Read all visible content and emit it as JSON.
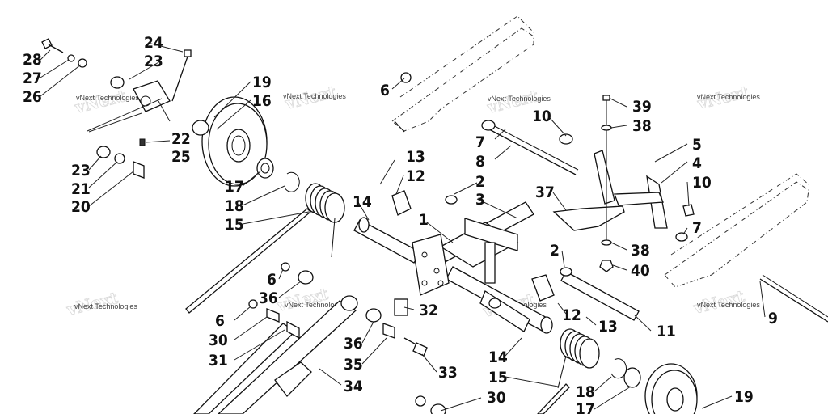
{
  "callouts": {
    "c1": "1",
    "c2a": "2",
    "c2b": "2",
    "c3": "3",
    "c4": "4",
    "c5": "5",
    "c6a": "6",
    "c6b": "6",
    "c6c": "6",
    "c7a": "7",
    "c7b": "7",
    "c8": "8",
    "c9": "9",
    "c10a": "10",
    "c10b": "10",
    "c11": "11",
    "c12a": "12",
    "c12b": "12",
    "c13a": "13",
    "c13b": "13",
    "c14a": "14",
    "c14b": "14",
    "c15a": "15",
    "c15b": "15",
    "c16": "16",
    "c17a": "17",
    "c17b": "17",
    "c18a": "18",
    "c18b": "18",
    "c19a": "19",
    "c19b": "19",
    "c20": "20",
    "c21": "21",
    "c22": "22",
    "c23a": "23",
    "c23b": "23",
    "c24": "24",
    "c25": "25",
    "c26": "26",
    "c27": "27",
    "c28": "28",
    "c30a": "30",
    "c30b": "30",
    "c31": "31",
    "c32": "32",
    "c33": "33",
    "c34": "34",
    "c35": "35",
    "c36a": "36",
    "c36b": "36",
    "c37": "37",
    "c38a": "38",
    "c38b": "38",
    "c39": "39",
    "c40": "40"
  },
  "watermark": {
    "text": "vNext Technologies"
  }
}
